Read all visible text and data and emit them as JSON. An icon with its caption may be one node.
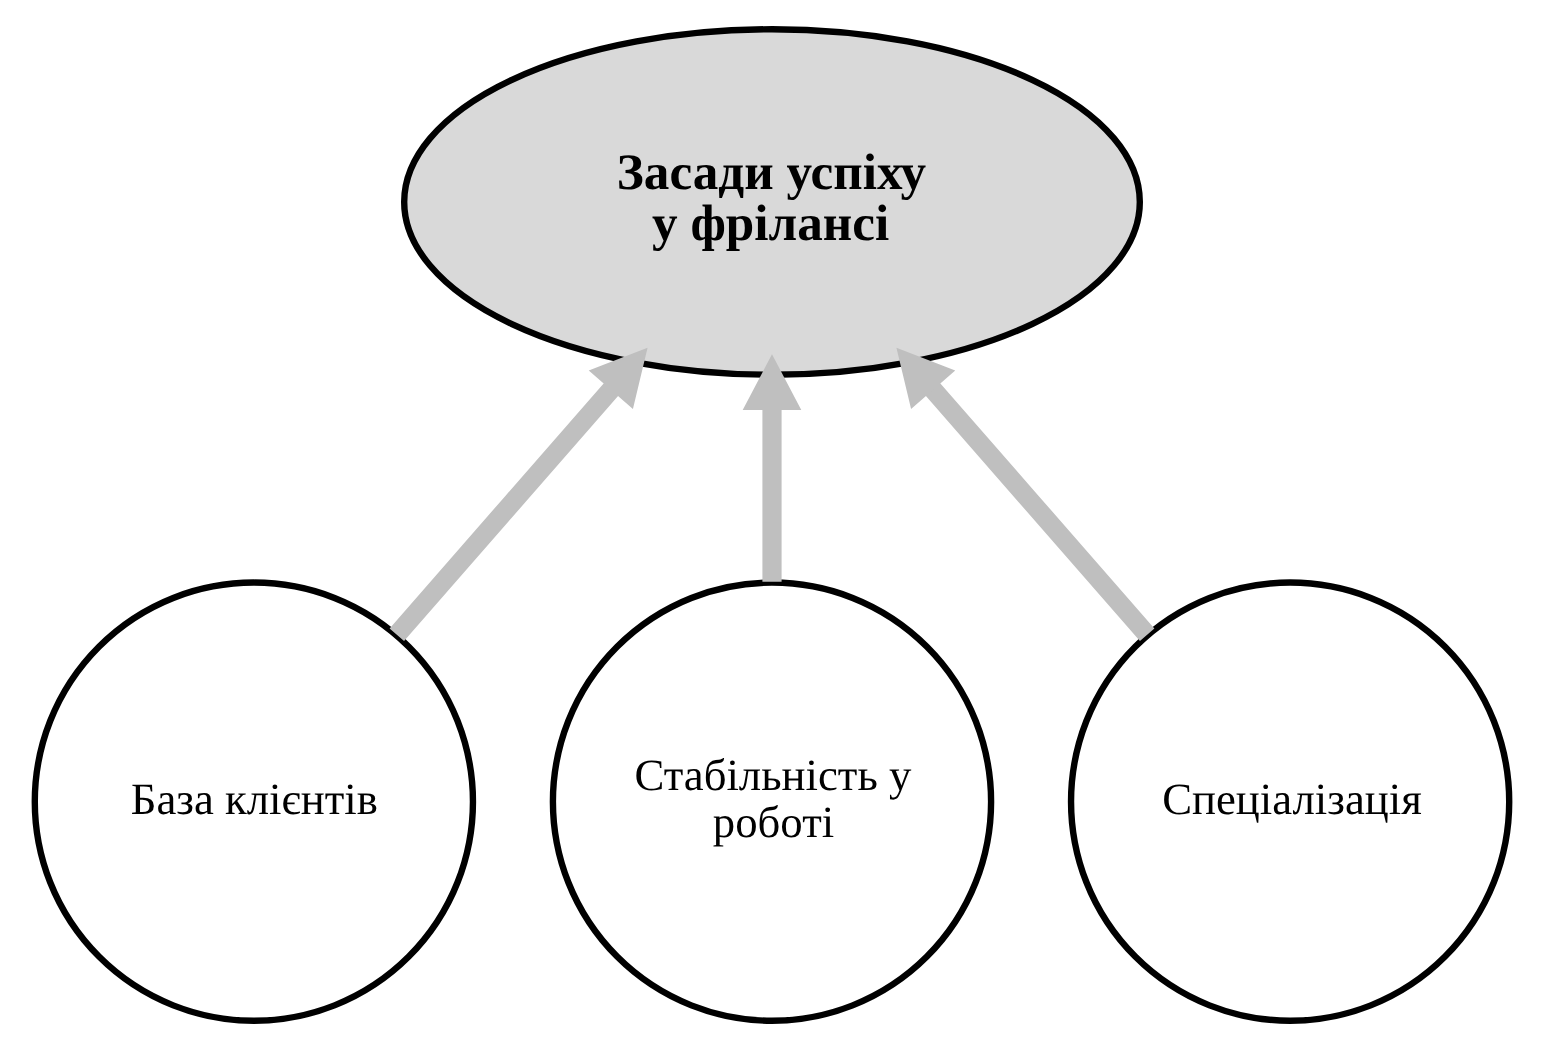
{
  "diagram": {
    "nodes": [
      {
        "text": [
          "Засади успіху у фрілансі"
        ]
      },
      {
        "text": [
          "База клієнтів"
        ]
      },
      {
        "text": [
          "Стабільність у роботі"
        ]
      },
      {
        "text": [
          "Спеціалізація"
        ]
      }
    ],
    "edges": [
      {
        "from": 1,
        "to": 0,
        "arrow": "to"
      },
      {
        "from": 2,
        "to": 0,
        "arrow": "to"
      },
      {
        "from": 3,
        "to": 0,
        "arrow": "to"
      }
    ]
  }
}
